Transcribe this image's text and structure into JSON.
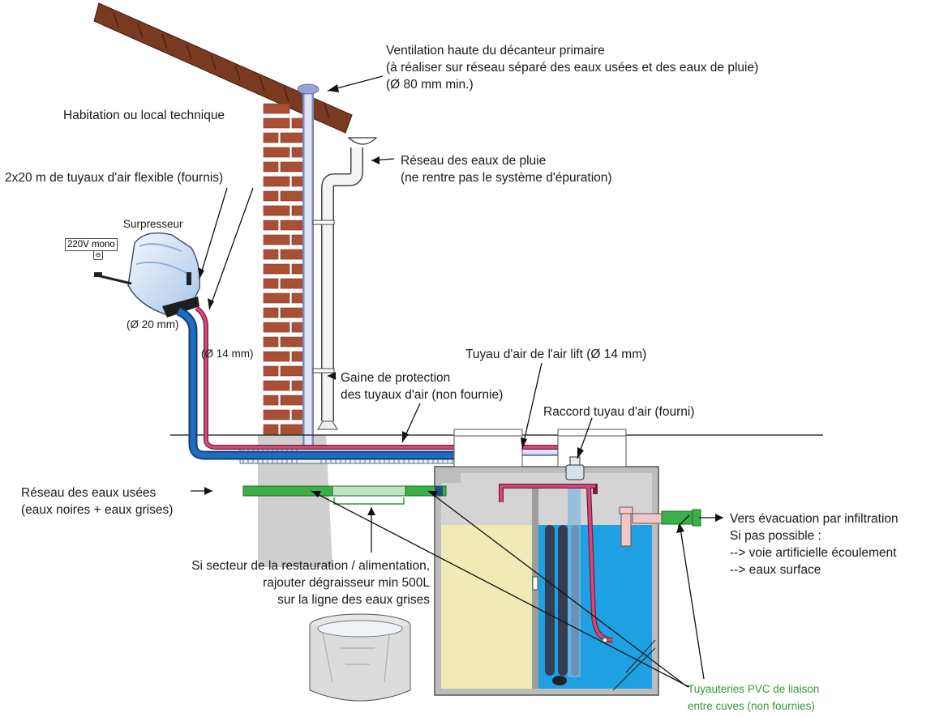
{
  "labels": {
    "ventilation": [
      "Ventilation haute du décanteur primaire",
      "(à réaliser sur réseau séparé des eaux usées et des eaux de pluie)",
      "(Ø 80 mm min.)"
    ],
    "habitation": "Habitation ou local technique",
    "rain_network": [
      "Réseau des eaux de pluie",
      "(ne rentre pas le système d'épuration)"
    ],
    "air_hoses": "2x20 m de tuyaux d'air flexible (fournis)",
    "surpresseur": "Surpresseur",
    "power": "220V mono",
    "dia_20": "(Ø 20 mm)",
    "dia_14": "(Ø 14 mm)",
    "air_lift_hose": "Tuyau d'air de l'air lift (Ø 14 mm)",
    "protective_sheath": [
      "Gaine de protection",
      "des tuyaux d'air (non fournie)"
    ],
    "air_connector": "Raccord tuyau d'air (fourni)",
    "wastewater": [
      "Réseau des eaux usées",
      "(eaux noires + eaux grises)"
    ],
    "outlet": [
      "Vers évacuation par infiltration",
      "Si pas possible :",
      "--> voie artificielle écoulement",
      "--> eaux surface"
    ],
    "grease_trap": [
      "Si secteur de la restauration / alimentation,",
      "rajouter dégraisseur min 500L",
      "sur la ligne des eaux grises"
    ],
    "pvc_pipes": [
      "Tuyauteries PVC de liaison",
      "entre cuves (non fournies)"
    ]
  },
  "colors": {
    "brick": "#a84f35",
    "roof": "#7a3a22",
    "vent_pipe": "#c8cfe8",
    "air_blue": "#1a5fa6",
    "air_pink": "#c23a6a",
    "tank_yellow": "#efeab6",
    "tank_blue": "#1ea0e2",
    "pvc_green": "#3bb04a",
    "label_green": "#2f9a3e",
    "ground": "#c9c9c9"
  }
}
